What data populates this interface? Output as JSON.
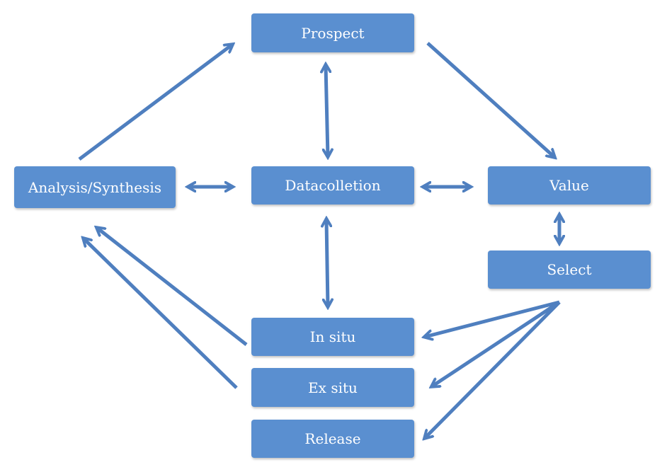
{
  "nodes": {
    "prospect": "Prospect",
    "analysis": "Analysis/Synthesis",
    "datacollection": "Datacolletion",
    "value": "Value",
    "select": "Select",
    "in_situ": "In situ",
    "ex_situ": "Ex situ",
    "release": "Release"
  },
  "colors": {
    "box_fill": "#5a8fd0",
    "box_text": "#ffffff",
    "arrow": "#4f7fbf"
  },
  "connections": [
    {
      "from": "analysis",
      "to": "prospect",
      "type": "single"
    },
    {
      "from": "prospect",
      "to": "value",
      "type": "single"
    },
    {
      "from": "prospect",
      "to": "datacollection",
      "type": "double"
    },
    {
      "from": "analysis",
      "to": "datacollection",
      "type": "double"
    },
    {
      "from": "datacollection",
      "to": "value",
      "type": "double"
    },
    {
      "from": "datacollection",
      "to": "in_situ",
      "type": "double"
    },
    {
      "from": "value",
      "to": "select",
      "type": "double"
    },
    {
      "from": "select",
      "to": "in_situ",
      "type": "single"
    },
    {
      "from": "select",
      "to": "ex_situ",
      "type": "single"
    },
    {
      "from": "select",
      "to": "release",
      "type": "single"
    },
    {
      "from": "in_situ",
      "to": "analysis",
      "type": "single"
    },
    {
      "from": "ex_situ",
      "to": "analysis",
      "type": "single"
    }
  ]
}
